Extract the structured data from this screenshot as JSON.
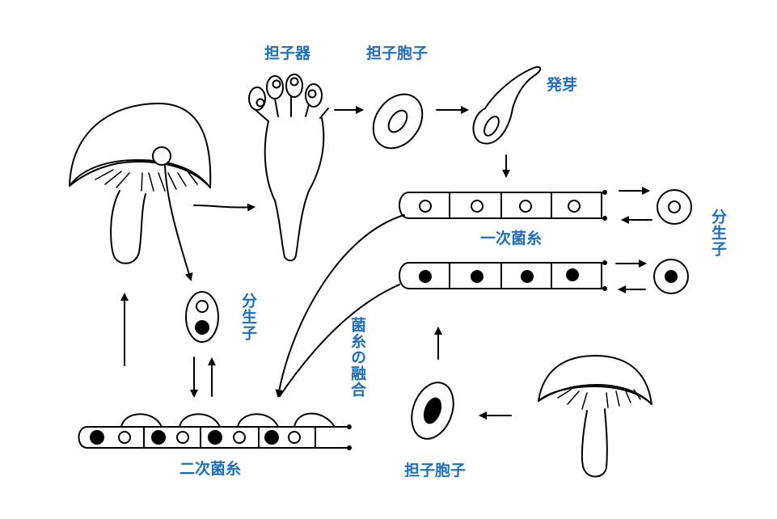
{
  "labels": {
    "basidium": "担子器",
    "basidiospore_top": "担子胞子",
    "germination": "発芽",
    "primary_mycelium": "一次菌糸",
    "conidia_right": "分生子",
    "conidium_left": "分生子",
    "hyphal_fusion": "菌糸の融合",
    "secondary_mycelium": "二次菌糸",
    "basidiospore_bottom": "担子胞子"
  },
  "colors": {
    "label": "#1f6fb8",
    "line": "#000000"
  }
}
